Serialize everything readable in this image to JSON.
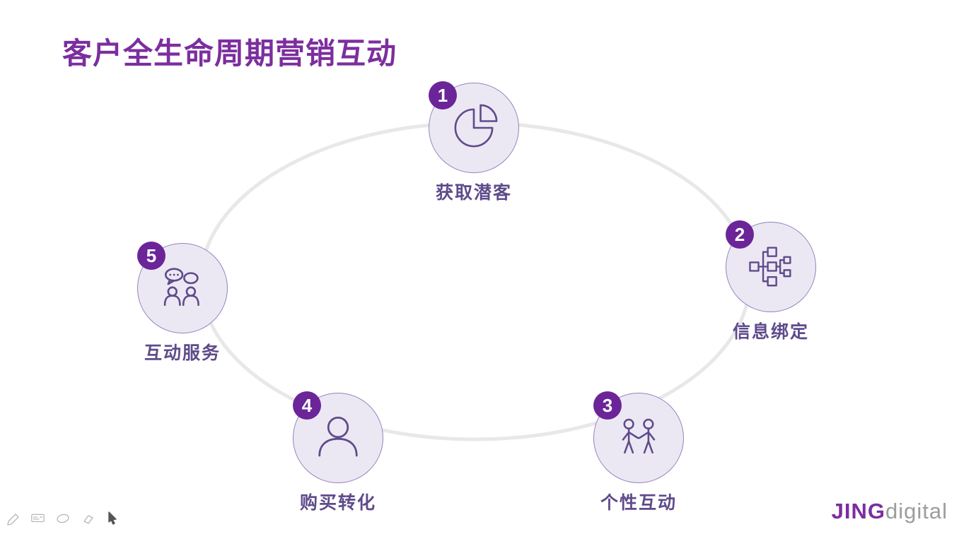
{
  "slide": {
    "title": "客户全生命周期营销互动"
  },
  "nodes": [
    {
      "number": "1",
      "label": "获取潜客",
      "icon": "pie-chart-icon"
    },
    {
      "number": "2",
      "label": "信息绑定",
      "icon": "org-chart-icon"
    },
    {
      "number": "3",
      "label": "个性互动",
      "icon": "handshake-people-icon"
    },
    {
      "number": "4",
      "label": "购买转化",
      "icon": "person-icon"
    },
    {
      "number": "5",
      "label": "互动服务",
      "icon": "chat-people-icon"
    }
  ],
  "logo": {
    "primary": "JING",
    "secondary": "digital"
  },
  "presenter_toolbar": {
    "tools": [
      "pen",
      "annotation-pad",
      "laser-ellipse",
      "eraser",
      "cursor"
    ]
  },
  "colors": {
    "accent": "#7C2E9E",
    "badge": "#6B2598",
    "node_fill": "#ECE8F3",
    "node_border": "#9383BC",
    "icon_stroke": "#5F4B8B",
    "label": "#5F4B8B",
    "ellipse": "#E8E8E8",
    "logo_gray": "#9C9C9C"
  }
}
